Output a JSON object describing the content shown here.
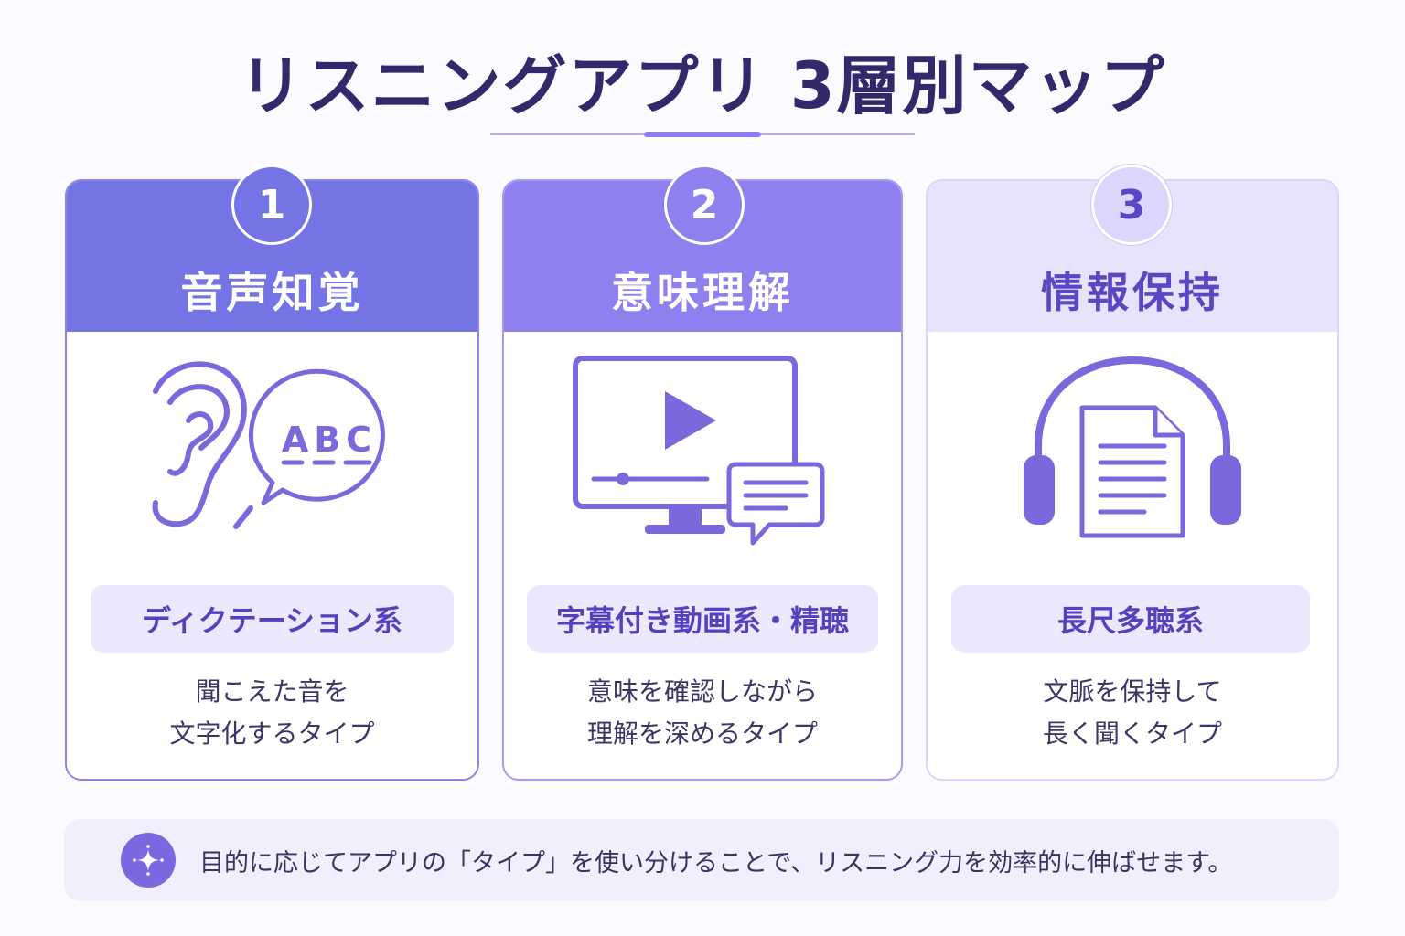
{
  "title": "リスニングアプリ 3層別マップ",
  "cards": [
    {
      "number": "1",
      "name": "音声知覚",
      "icon": "ear-and-abc-speech-bubble",
      "icon_text": "ABC",
      "pill": "ディクテーション系",
      "desc_line1": "聞こえた音を",
      "desc_line2": "文字化するタイプ",
      "header_color": "#7474e4"
    },
    {
      "number": "2",
      "name": "意味理解",
      "icon": "video-monitor-with-subtitles",
      "pill": "字幕付き動画系・精聴",
      "desc_line1": "意味を確認しながら",
      "desc_line2": "理解を深めるタイプ",
      "header_color": "#8e80ef"
    },
    {
      "number": "3",
      "name": "情報保持",
      "icon": "headphones-with-document",
      "pill": "長尺多聴系",
      "desc_line1": "文脈を保持して",
      "desc_line2": "長く聞くタイプ",
      "header_color": "#e8e3fd"
    }
  ],
  "footer": {
    "icon": "sparkle-icon",
    "text": "目的に応じてアプリの「タイプ」を使い分けることで、リスニング力を効率的に伸ばせます。"
  }
}
